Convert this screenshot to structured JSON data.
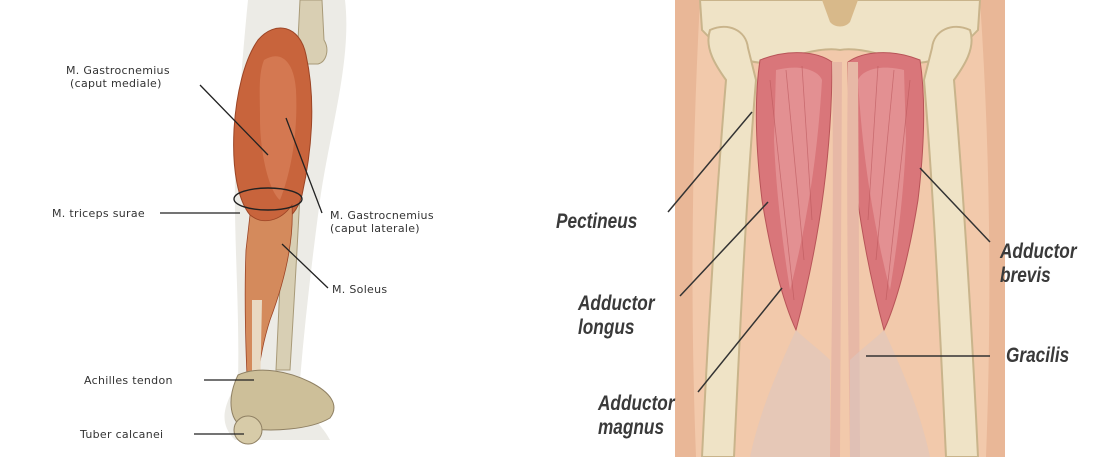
{
  "left_diagram": {
    "labels": {
      "gastro_medial_line1": "M. Gastrocnemius",
      "gastro_medial_line2": "(caput mediale)",
      "triceps": "M. triceps surae",
      "gastro_lateral_line1": "M. Gastrocnemius",
      "gastro_lateral_line2": "(caput laterale)",
      "soleus": "M. Soleus",
      "achilles": "Achilles tendon",
      "tuber": "Tuber calcanei"
    },
    "colors": {
      "muscle": "#c8643c",
      "muscle_dark": "#9c4526",
      "bone": "#d9cfb3",
      "shadow": "#ecebe6"
    }
  },
  "right_diagram": {
    "labels": {
      "pectineus": "Pectineus",
      "adductor_longus_line1": "Adductor",
      "adductor_longus_line2": "longus",
      "adductor_magnus_line1": "Adductor",
      "adductor_magnus_line2": "magnus",
      "adductor_brevis_line1": "Adductor",
      "adductor_brevis_line2": "brevis",
      "gracilis": "Gracilis"
    },
    "colors": {
      "skin": "#f2c9ab",
      "muscle": "#d9767a",
      "muscle_light": "#e9a2a2",
      "bone": "#efe3c6",
      "bone_edge": "#c9b48b"
    }
  }
}
